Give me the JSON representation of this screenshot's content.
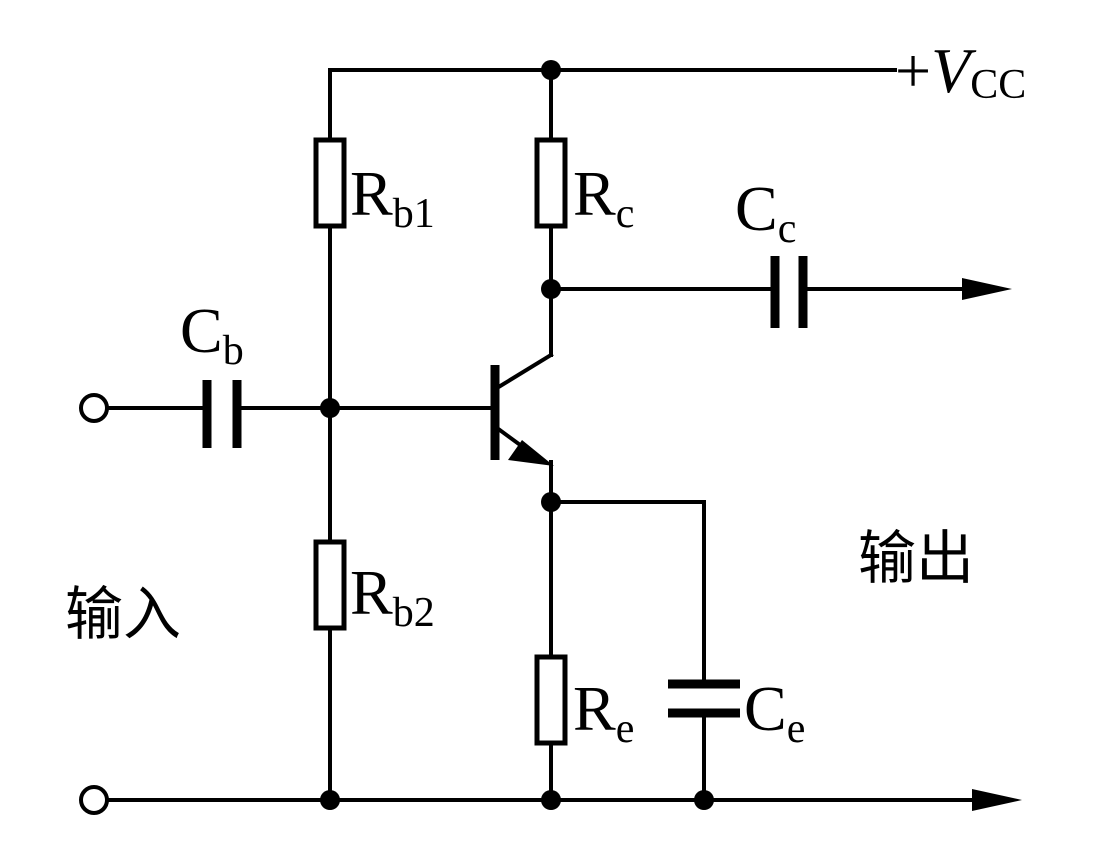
{
  "supply": {
    "sign": "+",
    "symbol": "V",
    "subscript": "CC"
  },
  "components": {
    "rb1": {
      "main": "R",
      "sub": "b1"
    },
    "rb2": {
      "main": "R",
      "sub": "b2"
    },
    "rc": {
      "main": "R",
      "sub": "c"
    },
    "re": {
      "main": "R",
      "sub": "e"
    },
    "cb": {
      "main": "C",
      "sub": "b"
    },
    "cc": {
      "main": "C",
      "sub": "c"
    },
    "ce": {
      "main": "C",
      "sub": "e"
    }
  },
  "labels": {
    "input": "输入",
    "output": "输出"
  }
}
